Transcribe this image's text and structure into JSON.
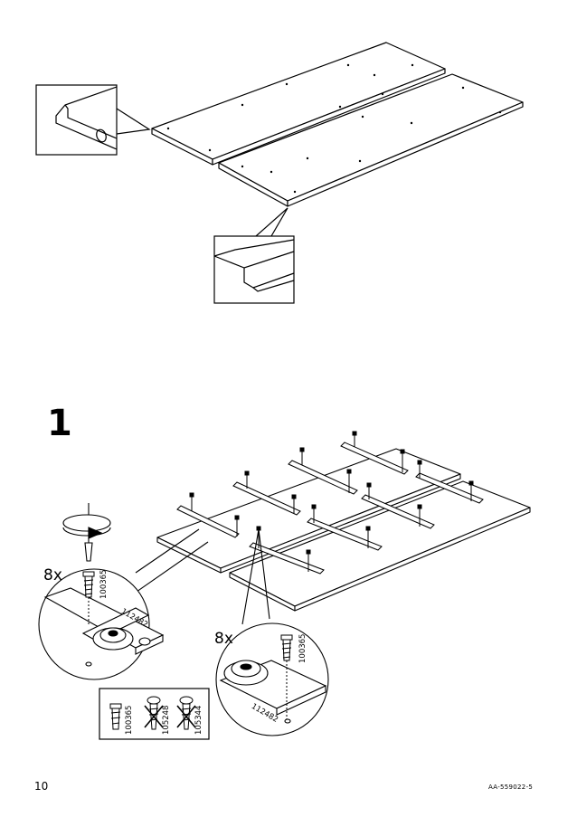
{
  "step": {
    "number": "1"
  },
  "screw_info": {
    "quantity_a": "8x",
    "quantity_b": "8x",
    "screw_code_a": "100365",
    "bracket_code_a": "112482",
    "screw_code_b": "100365",
    "bracket_code_b": "112482"
  },
  "legend": {
    "items": [
      {
        "code": "100365",
        "crossed": false
      },
      {
        "code": "105248",
        "crossed": true
      },
      {
        "code": "105344",
        "crossed": true
      }
    ]
  },
  "footer": {
    "page_number": "10",
    "document_code": "AA-559022-5"
  }
}
